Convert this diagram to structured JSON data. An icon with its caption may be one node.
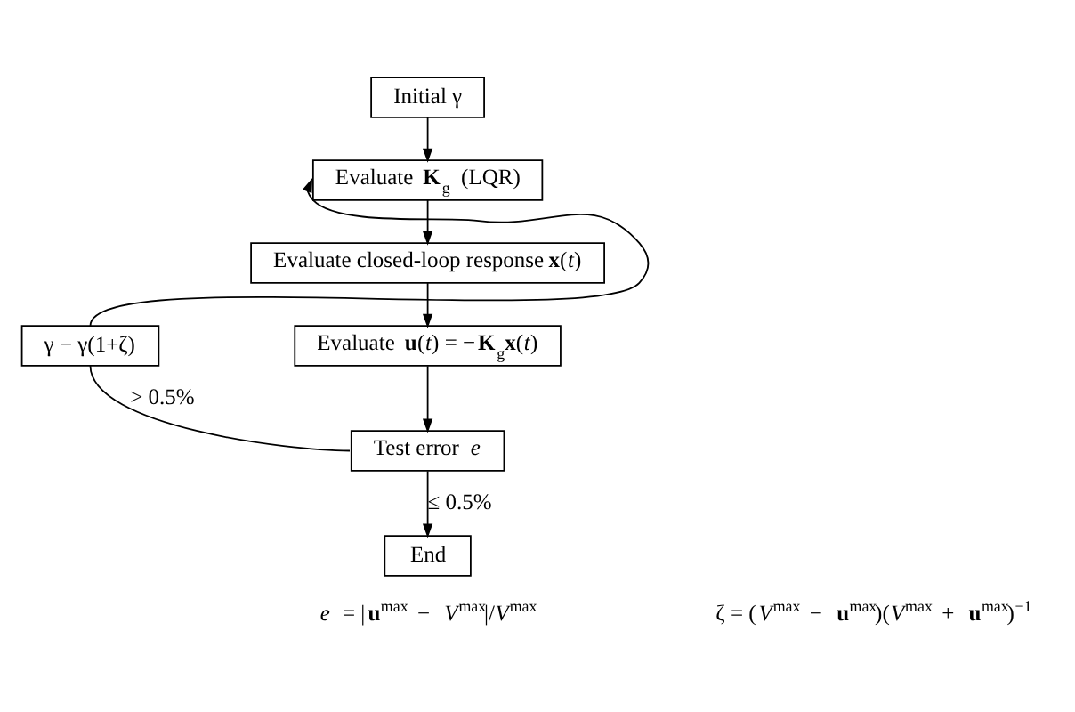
{
  "diagram": {
    "nodes": [
      {
        "text": [
          "Initial γ"
        ]
      },
      {
        "text": [
          "Evaluate **K**$_{g}$ (LQR)"
        ]
      },
      {
        "text": [
          "Evaluate closed-loop response **x**(*t*)"
        ]
      },
      {
        "text": [
          "γ − γ(1+ζ)"
        ]
      },
      {
        "text": [
          "Evaluate **u**(*t*) = −**K**$_{g}$**x**(*t*)"
        ]
      },
      {
        "text": [
          "Test error *e*"
        ]
      },
      {
        "text": [
          "End"
        ]
      }
    ],
    "edges": [
      {
        "from": 0,
        "to": 1,
        "arrow": "to"
      },
      {
        "from": 1,
        "to": 2,
        "arrow": "to"
      },
      {
        "from": 2,
        "to": 4,
        "arrow": "to"
      },
      {
        "from": 4,
        "to": 5,
        "arrow": "to"
      },
      {
        "from": 5,
        "to": 6,
        "arrow": "to",
        "label": "≤ 0.5%"
      },
      {
        "from": 5,
        "to": 3,
        "arrow": "none",
        "label": "> 0.5%"
      },
      {
        "from": 3,
        "to": 1,
        "arrow": "to"
      }
    ],
    "labels": [
      "*e* = |**u**$^{max}$ − *V*$^{max}$|/*V*$^{max}$",
      "ζ = (*V*$^{max}$ − **u**$^{max}$)(*V*$^{max}$ + **u**$^{max}$)$^{−1}$"
    ]
  }
}
